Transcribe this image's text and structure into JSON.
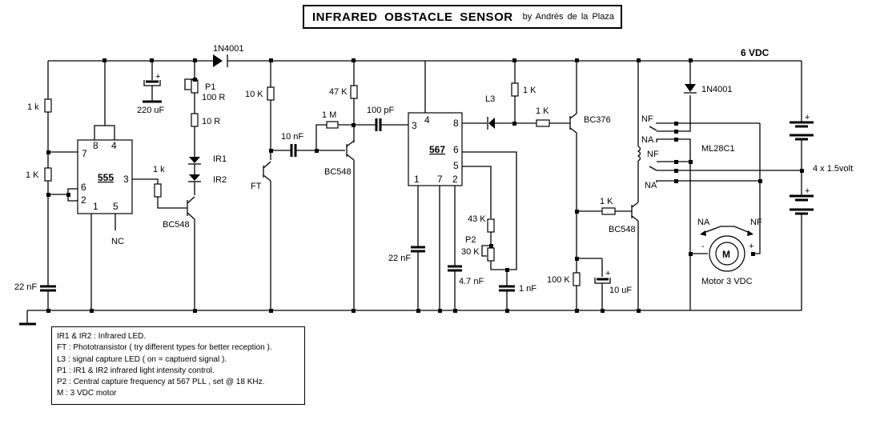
{
  "title": {
    "main": "INFRARED  OBSTACLE  SENSOR",
    "byline": "by  Andrés de la Plaza"
  },
  "supply": {
    "voltage_label": "6 VDC",
    "battery_label": "4 x 1.5volt"
  },
  "timer": {
    "ic_label": "555",
    "pins": {
      "p8": "8",
      "p4": "4",
      "p7": "7",
      "p6": "6",
      "p2": "2",
      "p1": "1",
      "p5": "5",
      "p3": "3"
    },
    "r_top": "1 k",
    "r_mid": "1 K",
    "c_timing": "22 nF",
    "pin5_note": "NC",
    "c_supply": "220 uF",
    "r_base": "1 k",
    "driver": "BC548"
  },
  "emitter": {
    "p1_name": "P1",
    "p1_value": "100 R",
    "r_series": "10 R",
    "led1": "IR1",
    "led2": "IR2",
    "diode": "1N4001"
  },
  "receiver": {
    "r_ft": "10 K",
    "ft_label": "FT",
    "c_couple": "10 nF",
    "r_fb": "1 M",
    "r_coll": "47 K",
    "amp": "BC548",
    "c_out": "100 pF"
  },
  "pll": {
    "ic_label": "567",
    "pins": {
      "p3": "3",
      "p4": "4",
      "p8": "8",
      "p6": "6",
      "p5": "5",
      "p1": "1",
      "p7": "7",
      "p2": "2"
    },
    "c_pin1": "22 nF",
    "c_pin2": "4.7 nF",
    "r_freq": "43 K",
    "p2_name": "P2",
    "p2_value": "30 K",
    "c_freq": "1 nF",
    "led": "L3",
    "r_led": "1 K"
  },
  "driver_stage": {
    "r_base_pnp": "1 K",
    "pnp": "BC376",
    "r_base_npn": "1 K",
    "npn": "BC548",
    "r_pd": "100 K",
    "c_hold": "10 uF"
  },
  "relay": {
    "diode": "1N4001",
    "name": "ML28C1",
    "nf1": "NF",
    "na1": "NA",
    "nf2": "NF",
    "na2": "NA"
  },
  "motor": {
    "symbol": "M",
    "label": "Motor 3 VDC",
    "na": "NA",
    "nf": "NF",
    "minus": "-",
    "plus": "+"
  },
  "notes": [
    "IR1 & IR2 : Infrared LED.",
    "FT : Phototransistor ( try different types for better reception ).",
    "L3 : signal capture LED ( on = captuerd signal ).",
    "P1 : IR1 & IR2 infrared light intensity control.",
    "P2 : Central capture frequency at 567 PLL , set @ 18 KHz.",
    "M : 3 VDC motor"
  ]
}
